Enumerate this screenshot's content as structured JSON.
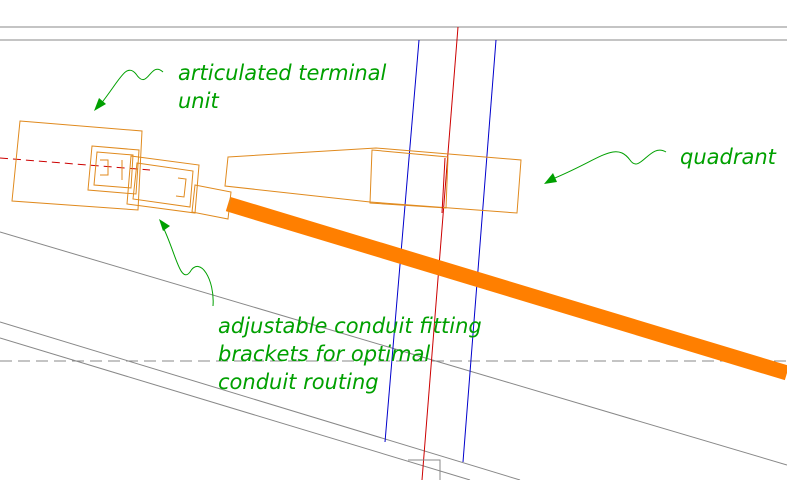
{
  "annotations": {
    "terminal_line1": "articulated terminal",
    "terminal_line2": "unit",
    "quadrant": "quadrant",
    "brackets_line1": "adjustable conduit fitting",
    "brackets_line2": "brackets for optimal",
    "brackets_line3": "conduit routing"
  },
  "colors": {
    "annotation": "#00a000",
    "outline": "#e08a1e",
    "conduit": "#ff7f00",
    "centerline": "#cc0000",
    "rail": "#0000cc",
    "linework": "#777777"
  }
}
